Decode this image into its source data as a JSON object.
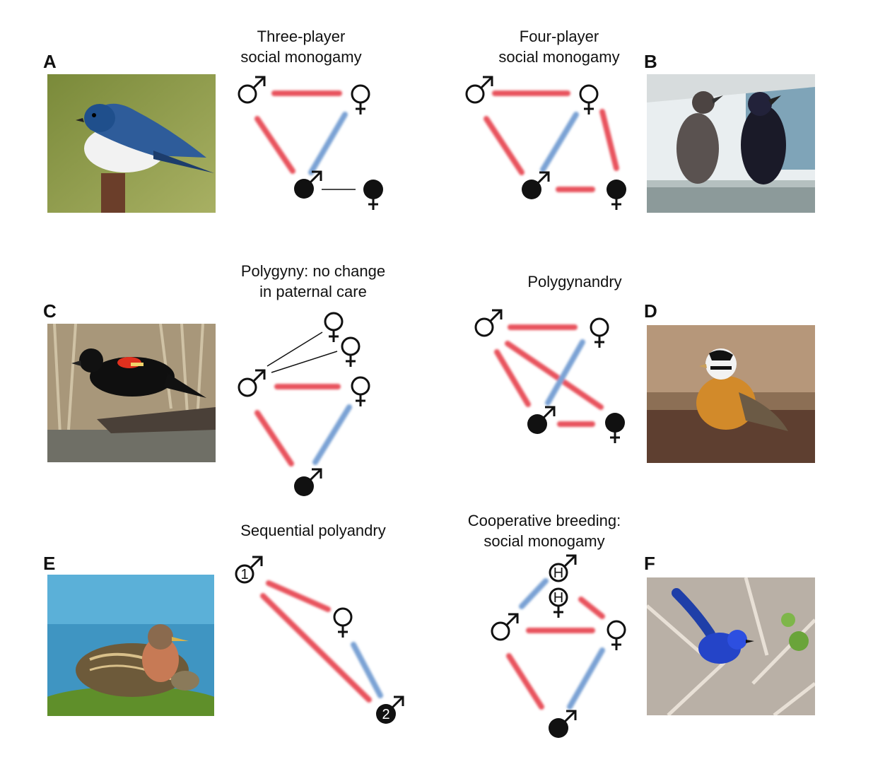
{
  "panels": [
    {
      "letter": "A",
      "title_lines": [
        "Three-player",
        "social monogamy"
      ]
    },
    {
      "letter": "B",
      "title_lines": [
        "Four-player",
        "social monogamy"
      ]
    },
    {
      "letter": "C",
      "title_lines": [
        "Polygyny: no change",
        "in paternal care"
      ]
    },
    {
      "letter": "D",
      "title_lines": [
        "Polygynandry"
      ]
    },
    {
      "letter": "E",
      "title_lines": [
        "Sequential polyandry"
      ]
    },
    {
      "letter": "F",
      "title_lines": [
        "Cooperative breeding:",
        "social monogamy"
      ]
    }
  ],
  "node_labels": {
    "first_male": "1",
    "second_male": "2",
    "helper_male": "H",
    "helper_female": "H"
  },
  "colors": {
    "red_link": "#e8525d",
    "blue_link": "#7aa2d4",
    "black_link": "#111111",
    "node_fill": "#111111"
  },
  "photos": [
    {
      "panel": "A",
      "icon": "tree-swallow-photo"
    },
    {
      "panel": "B",
      "icon": "purple-martin-photo"
    },
    {
      "panel": "C",
      "icon": "red-winged-blackbird-photo"
    },
    {
      "panel": "D",
      "icon": "smiths-longspur-photo"
    },
    {
      "panel": "E",
      "icon": "red-phalarope-photo"
    },
    {
      "panel": "F",
      "icon": "splendid-fairy-wren-photo"
    }
  ]
}
